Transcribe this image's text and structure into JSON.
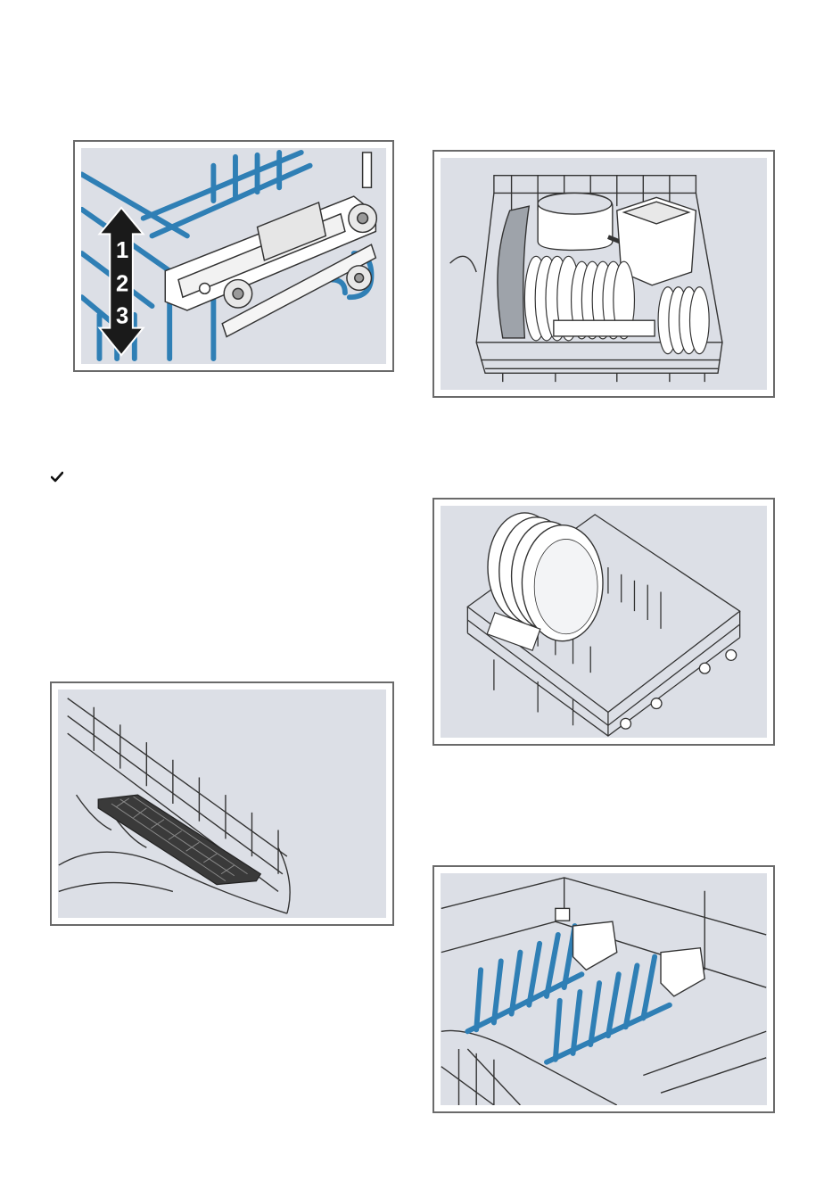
{
  "figures": {
    "rack_height_adjuster": {
      "height_levels": [
        "1",
        "2",
        "3"
      ],
      "colors": {
        "blue_wire": "#2f7fb5",
        "gray_bg": "#dcdfe6",
        "line": "#333333"
      }
    },
    "loaded_upper_basket": {},
    "lower_basket_plates": {},
    "fold_down_grid": {},
    "plate_rack_tines": {}
  },
  "icons": {
    "checkmark": "check-icon"
  }
}
